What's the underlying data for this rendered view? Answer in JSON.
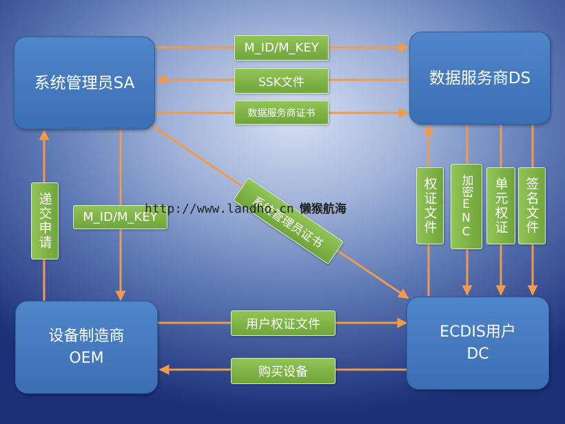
{
  "nodes": {
    "sa": [
      "系统管理员SA"
    ],
    "ds": [
      "数据服务商DS"
    ],
    "oem": [
      "设备制造商",
      "OEM"
    ],
    "dc": [
      "ECDIS用户",
      "DC"
    ]
  },
  "labels": {
    "sa_ds_mid": "M_ID/M_KEY",
    "ds_sa_ssk": "SSK文件",
    "sa_ds_cert": "数据服务商证书",
    "oem_sa_request": "递交申请",
    "sa_oem_mid": "M_ID/M_KEY",
    "sa_dc_cert": "系统管理员证书",
    "dc_ds_permit": "权证文件",
    "ds_dc_enc": "加密ENC",
    "ds_dc_cell": "单元权证",
    "ds_dc_sign": "签名文件",
    "oem_dc_userpermit": "用户权证文件",
    "dc_oem_buy": "购买设备"
  },
  "watermark": {
    "url": "http://www.landho.cn",
    "name": "懒猴航海"
  },
  "colors": {
    "arrow": "#f39a4a",
    "node": "#4a80c4",
    "label": "#7cb342"
  }
}
